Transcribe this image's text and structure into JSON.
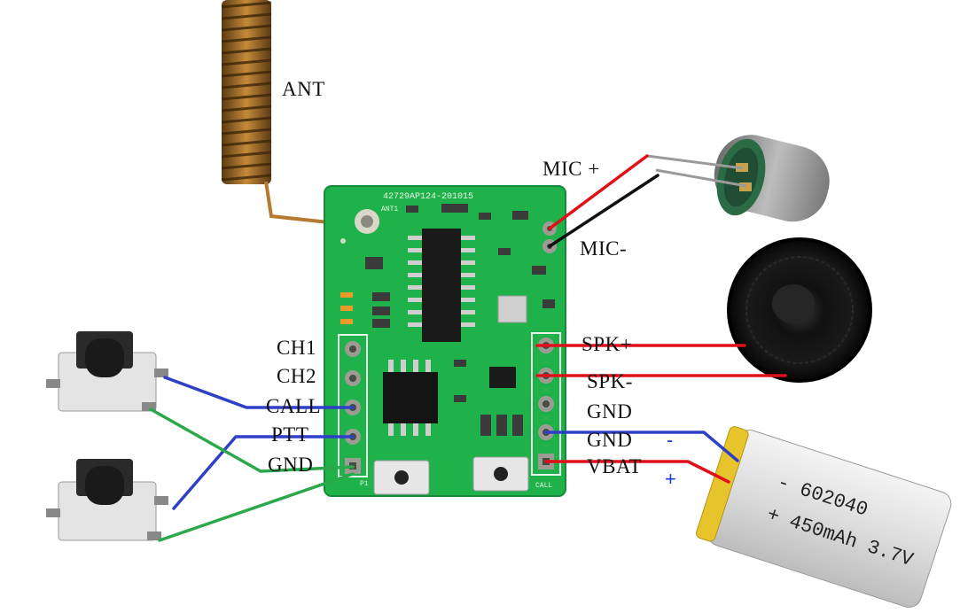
{
  "labels": {
    "ant": "ANT",
    "mic_plus": "MIC +",
    "mic_minus": "MIC-",
    "ch1": "CH1",
    "ch2": "CH2",
    "call": "CALL",
    "ptt": "PTT",
    "gnd_left": "GND",
    "spk_plus": "SPK+",
    "spk_minus": "SPK-",
    "gnd_right_1": "GND",
    "gnd_right_2": "GND",
    "vbat": "VBAT",
    "batt_minus": "-",
    "batt_plus": "+"
  },
  "board_silkscreen": {
    "top_code": "42729AP124-201015",
    "ant_mark": "ANT1",
    "call_mark": "CALL",
    "p_mark": "P1"
  },
  "battery": {
    "model": "- 602040",
    "spec": "+ 450mAh 3.7V"
  },
  "colors": {
    "pcb": "#1fb24a",
    "wire_red": "#e0101a",
    "wire_black": "#111111",
    "wire_blue": "#2f3fc8",
    "wire_green": "#2aa84a"
  }
}
